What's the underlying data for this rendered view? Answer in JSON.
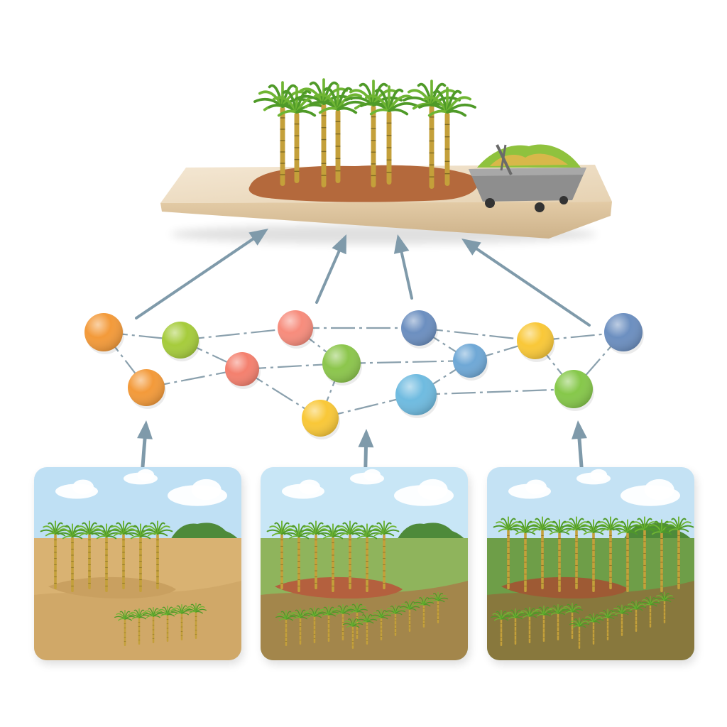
{
  "colors": {
    "background": "#ffffff",
    "arrow": "#7f9aaa",
    "link": "#8aa0ad",
    "platform_top": "#efe0c8",
    "platform_edge": "#dcc6a4",
    "soil": "#b0653a",
    "cane_stalk": "#c9a63a",
    "cane_leaf": "#5fa82e",
    "cart": "#8d8d8d"
  },
  "nodes": [
    {
      "id": "n1",
      "color": "#f39a3a"
    },
    {
      "id": "n2",
      "color": "#a6cc3c"
    },
    {
      "id": "n3",
      "color": "#f78c7c"
    },
    {
      "id": "n4",
      "color": "#6c8fc0"
    },
    {
      "id": "n5",
      "color": "#f9c838"
    },
    {
      "id": "n6",
      "color": "#6c8fc0"
    },
    {
      "id": "n7",
      "color": "#f39a3a"
    },
    {
      "id": "n8",
      "color": "#f4806e"
    },
    {
      "id": "n9",
      "color": "#8cc64c"
    },
    {
      "id": "n10",
      "color": "#6fa8d6"
    },
    {
      "id": "n11",
      "color": "#f9c838"
    },
    {
      "id": "n12",
      "color": "#6fbbe0"
    },
    {
      "id": "n13",
      "color": "#86c84a"
    }
  ],
  "panels": [
    {
      "id": "dry-field",
      "ground": "#d9b272",
      "soil_color": "#c9a060",
      "sky": "#bfe0f4"
    },
    {
      "id": "moderate-field",
      "ground": "#8fb45c",
      "soil_color": "#b4603e",
      "sky": "#c8e6f6"
    },
    {
      "id": "lush-field",
      "ground": "#6e9e48",
      "soil_color": "#9e5a34",
      "sky": "#c4e2f4"
    }
  ],
  "icons": {
    "harvest": "harvest-platform-icon",
    "cart": "harvest-cart-icon",
    "cane": "sugarcane-icon"
  }
}
